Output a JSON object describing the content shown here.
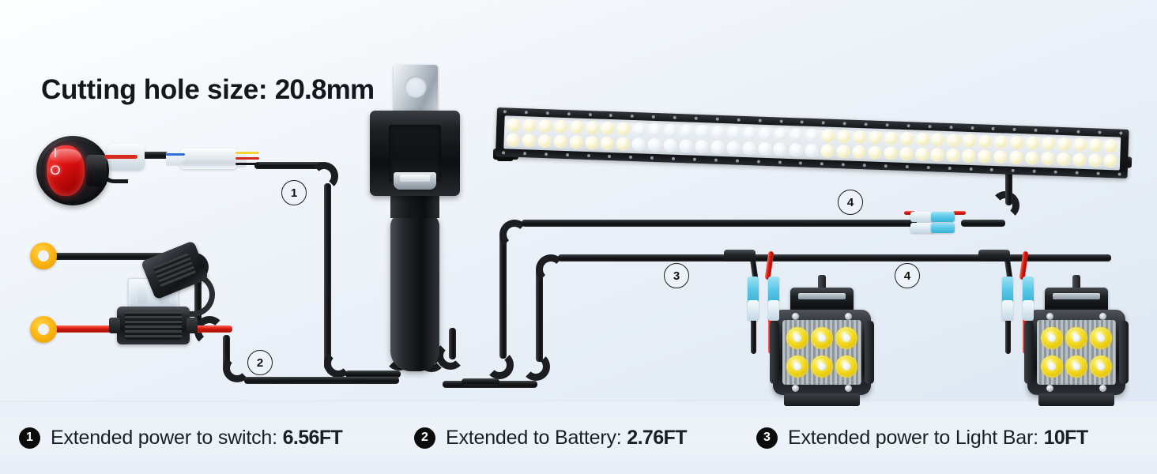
{
  "title": {
    "label": "Cutting hole size:",
    "value": "20.8mm",
    "full": "Cutting hole size: 20.8mm"
  },
  "captions": [
    {
      "badge": "1",
      "text": "Extended power to switch: ",
      "value": "6.56FT"
    },
    {
      "badge": "2",
      "text": "Extended to Battery: ",
      "value": "2.76FT"
    },
    {
      "badge": "3",
      "text": "Extended power to Light Bar: ",
      "value": "10FT"
    }
  ],
  "callouts": [
    {
      "id": "1",
      "label": "1"
    },
    {
      "id": "2",
      "label": "2"
    },
    {
      "id": "3",
      "label": "3"
    },
    {
      "id": "4a",
      "label": "4"
    },
    {
      "id": "4b",
      "label": "4"
    }
  ],
  "switch": {
    "name": "rocker-switch",
    "on_glyph": "I",
    "off_glyph": "O",
    "face_color": "#e01111",
    "bezel_color": "#121315"
  },
  "components": {
    "relay": "relay-module",
    "fuse_holder": "inline-fuse-holder",
    "light_bar": "led-light-bar",
    "pod_left": "led-pod-light-left",
    "pod_right": "led-pod-light-right",
    "ring_terminal_positive": "ring-terminal",
    "ring_terminal_negative": "ring-terminal"
  },
  "colors": {
    "background_top": "#fdfefe",
    "background_bottom": "#dde7f3",
    "caption_bar": "#e9eff7",
    "wire_black": "#17181a",
    "wire_red": "#e01f14",
    "terminal_yellow": "#fcb715",
    "spade_blue": "#5ec9e8",
    "led_warm": "#f7e64a",
    "text": "#1a1f26"
  }
}
